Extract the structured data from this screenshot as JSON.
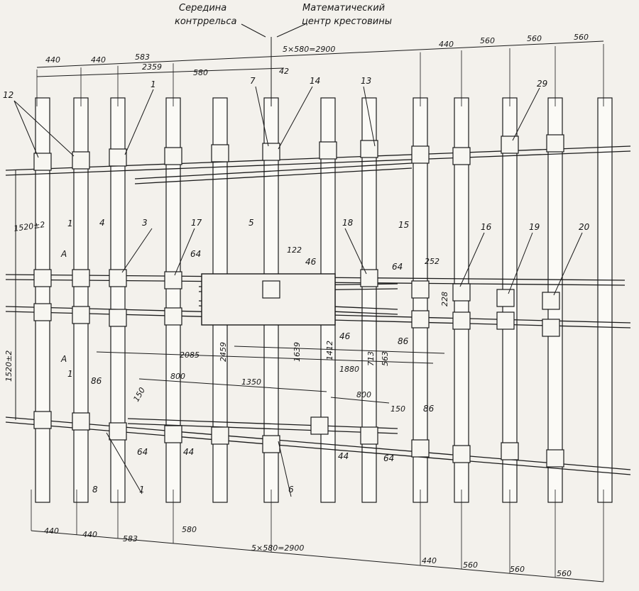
{
  "header": {
    "left": [
      "Середина",
      "контррельса"
    ],
    "right": [
      "Математический",
      "центр крестовины"
    ]
  },
  "top_dims": {
    "d1": "440",
    "d2": "440",
    "d3": "583",
    "span": "5×580=2900",
    "d4": "2359",
    "d5": "580",
    "d6": "42",
    "r1": "440",
    "r2": "560",
    "r3": "560",
    "r4": "560"
  },
  "callouts": {
    "c12": "12",
    "c1a": "1",
    "c7": "7",
    "c14": "14",
    "c13": "13",
    "c29": "29",
    "c1b": "1",
    "c4": "4",
    "c3": "3",
    "c17": "17",
    "c5": "5",
    "c18": "18",
    "c15": "15",
    "c16": "16",
    "c19": "19",
    "c20": "20",
    "c64a": "64",
    "c64b": "64",
    "c46a": "46",
    "c46b": "46",
    "c86a": "86",
    "c1c": "1",
    "c86b": "86",
    "c64c": "64",
    "c44a": "44",
    "c44b": "44",
    "c64d": "64",
    "c86c": "86",
    "c6": "6",
    "c1d": "1",
    "c8": "8",
    "secA1": "А",
    "secA2": "А"
  },
  "mid_dims": {
    "gauge1": "1520±2",
    "gauge2": "1520±2",
    "m122": "122",
    "m252": "252",
    "m2085": "2085",
    "m2459": "2459",
    "m1880": "1880",
    "m1639": "1639",
    "m1412": "1412",
    "m713": "713",
    "m563": "563",
    "m228": "228",
    "m800a": "800",
    "m1350": "1350",
    "m800b": "800",
    "m150a": "150",
    "m150b": "150"
  },
  "bottom_dims": {
    "d1": "440",
    "d2": "440",
    "d3": "583",
    "d5": "580",
    "span": "5×580=2900",
    "r1": "440",
    "r2": "560",
    "r3": "560",
    "r4": "560"
  }
}
